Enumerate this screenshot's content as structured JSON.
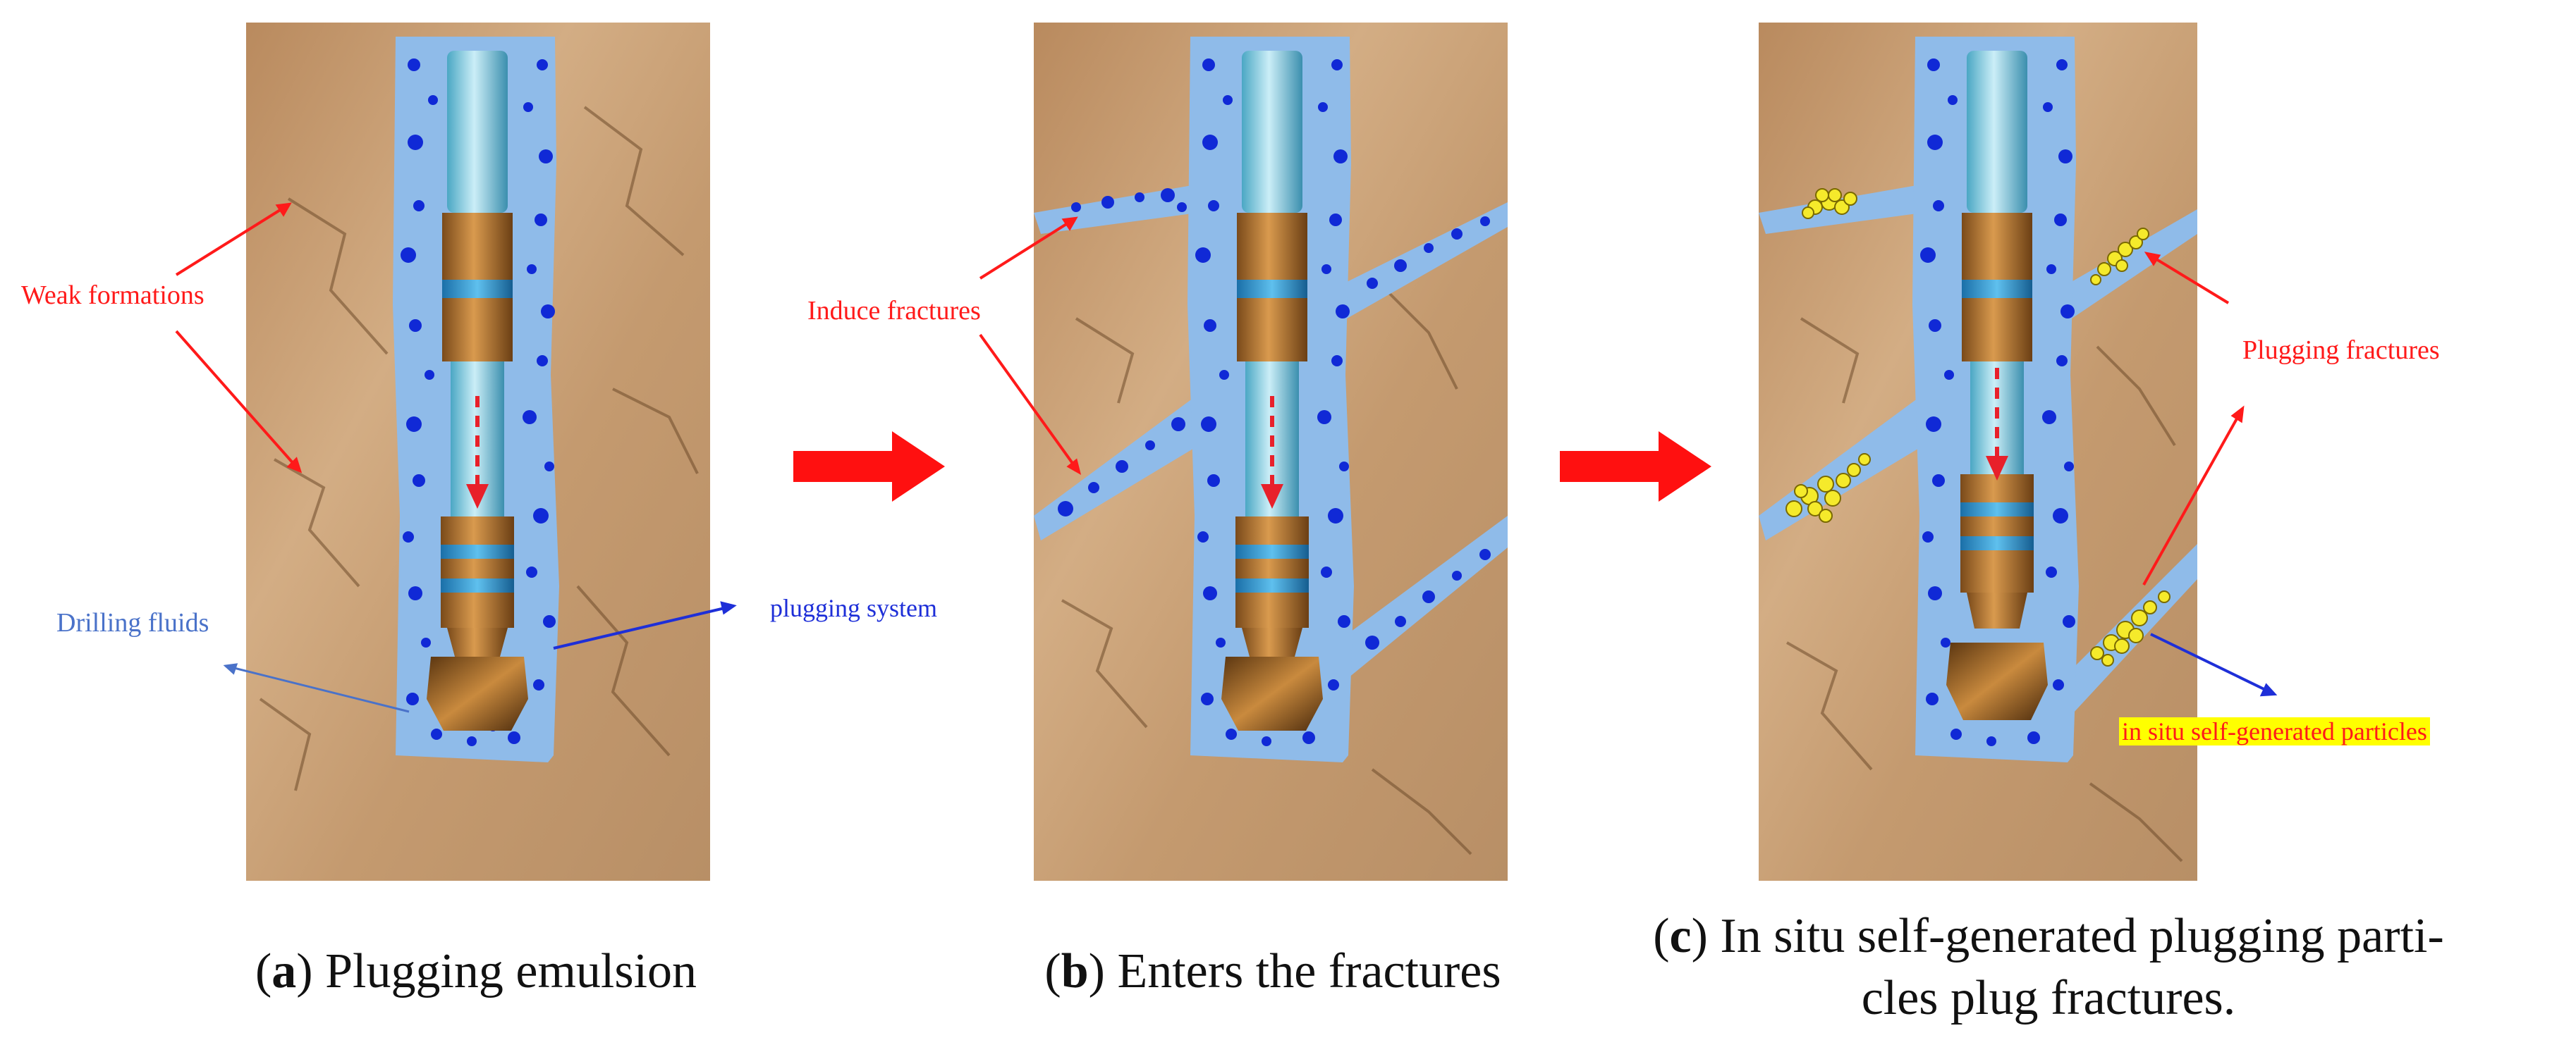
{
  "panels": [
    {
      "id": "a",
      "caption_letter": "a",
      "caption_text": "Plugging emulsion",
      "labels": {
        "weak_formations": "Weak formations",
        "drilling_fluids": "Drilling fluids",
        "plugging_system": "plugging system"
      }
    },
    {
      "id": "b",
      "caption_letter": "b",
      "caption_text": "Enters the fractures",
      "labels": {
        "induce_fractures": "Induce fractures"
      }
    },
    {
      "id": "c",
      "caption_letter": "c",
      "caption_line1": "In situ self-generated plugging parti-",
      "caption_line2": "cles plug fractures.",
      "labels": {
        "plugging_fractures": "Plugging fractures",
        "particles": "in situ self-generated particles"
      }
    }
  ],
  "colors": {
    "rock": "#c9a277",
    "fluid": "#8fbbe9",
    "dots": "#1029d6",
    "particles": "#f5ea2b",
    "annotation_red": "#ff1a1a",
    "annotation_blue": "#1e2fd8",
    "transition_arrow": "#ff1010"
  }
}
